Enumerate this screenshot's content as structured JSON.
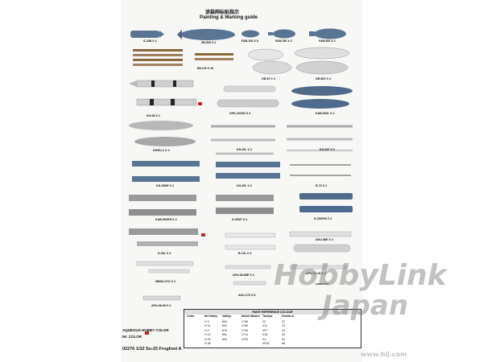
{
  "header": {
    "title_cjk": "涂装网标贴指示",
    "title_en": "Painting & Marking guide"
  },
  "weapons": [
    {
      "label": "S-24B X 4"
    },
    {
      "label": "ZB-500 X 2"
    },
    {
      "label": "FAB-100 X 8"
    },
    {
      "label": "FAB-250 X 2"
    },
    {
      "label": "FAB-500 X 2"
    },
    {
      "label": "B8-120 X 16"
    },
    {
      "label": "UB-32 X 4"
    },
    {
      "label": "UB-800 X 4"
    },
    {
      "label": "KH-58 X 2"
    },
    {
      "label": "UPK-23/250 X 4"
    },
    {
      "label": "KAB-500L X 4"
    },
    {
      "label": "KMGU-2 X 4"
    },
    {
      "label": "KH-25L X 4"
    },
    {
      "label": "KH-29T X 2"
    },
    {
      "label": "KH-25MP X 2"
    },
    {
      "label": "KH-29L X 2"
    },
    {
      "label": "R-73 X 2"
    },
    {
      "label": "KAB-500KR X 4"
    },
    {
      "label": "S-25OF X 4"
    },
    {
      "label": "S-25OFM X 4"
    },
    {
      "label": "AKU-58E X 4"
    },
    {
      "label": "S-25L X 4"
    },
    {
      "label": "B-13L X 4"
    },
    {
      "label": "APU-68-85E X 4"
    },
    {
      "label": "APU-73-1D X 4"
    },
    {
      "label": "MBD3-U7U X 2"
    },
    {
      "label": "AKU-176 X 8"
    },
    {
      "label": "Launcher"
    },
    {
      "label": "APU-68-99 X 4"
    }
  ],
  "legend": {
    "aqueous": "AQUEOUS HOBBY COLOR",
    "mr": "Mr. COLOR"
  },
  "table": {
    "title": "PAINT REFERENCE COLOUR",
    "columns": [
      "Color",
      "Mr.Hobby",
      "Vallejo",
      "Model Master",
      "Tamiya",
      "Humbrol"
    ],
    "rows": [
      [
        "",
        "H 3",
        "804",
        "1746",
        "X2",
        "22"
      ],
      [
        "",
        "H 11",
        "602",
        "1769",
        "X11",
        "13"
      ],
      [
        "",
        "H 2",
        "876",
        "1736",
        "XF7",
        "24"
      ],
      [
        "",
        "H 12",
        "861",
        "1714",
        "X18",
        "33"
      ],
      [
        "",
        "H 33",
        "504",
        "1733",
        "X4",
        "81"
      ],
      [
        "",
        "H 38",
        "",
        "",
        "XF62",
        "66"
      ]
    ]
  },
  "caption": "02276 1/32 Su-25 Frogfoot A",
  "watermark": {
    "brand": "HobbyLink",
    "sub": "Japan",
    "url": "www.hlj.com"
  },
  "colors": {
    "blue_grey": "#5a7494",
    "light_grey": "#c8c8c8",
    "mid_grey": "#8e8e8e",
    "olive": "#8a6a3e",
    "red": "#c9242c",
    "light": "#e8e8e8"
  }
}
